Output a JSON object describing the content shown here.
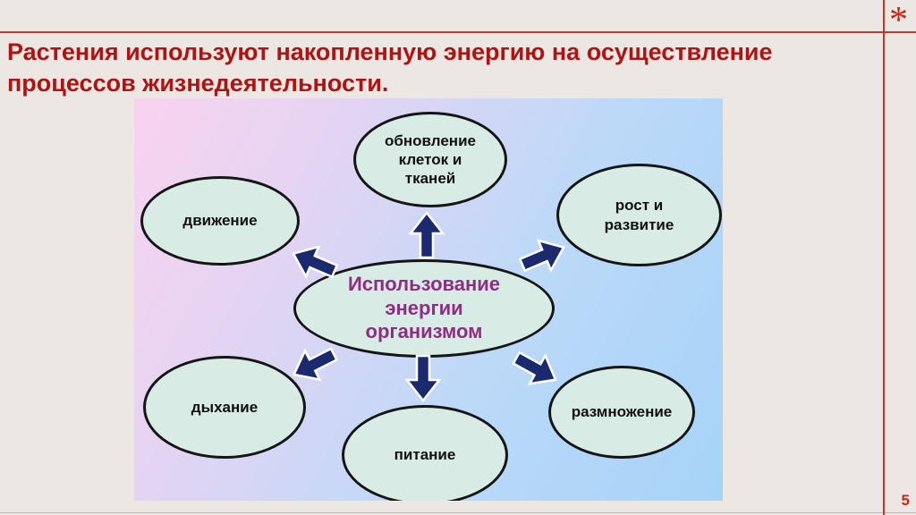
{
  "slide": {
    "title_lines": [
      "Растения используют накопленную энергию на осуществление",
      "процессов жизнедеятельности."
    ],
    "page_number": "5",
    "asterisk_symbol": "*",
    "colors": {
      "title_red": "#ae1414",
      "frame_line_red": "#c0392b",
      "accent_red": "#c5271d",
      "slide_background": "#ece7e2"
    }
  },
  "diagram": {
    "center_node": {
      "label": "Использование\nэнергии\nорганизмом",
      "text_color": "#8e2d84"
    },
    "nodes": [
      {
        "id": "cell-renewal",
        "label": "обновление\nклеток и\nтканей"
      },
      {
        "id": "movement",
        "label": "движение"
      },
      {
        "id": "growth-development",
        "label": "рост и\nразвитие"
      },
      {
        "id": "breathing",
        "label": "дыхание"
      },
      {
        "id": "nutrition",
        "label": "питание"
      },
      {
        "id": "reproduction",
        "label": "размножение"
      }
    ],
    "arrows": [
      "up",
      "upper-left",
      "upper-right",
      "lower-left",
      "down",
      "lower-right"
    ],
    "style": {
      "ellipse_fill": "#d8ece5",
      "ellipse_border": "#151515",
      "arrow_color": "#1b2a6e",
      "background_gradient": [
        "#f9d3ef",
        "#a6d3f8"
      ]
    }
  }
}
